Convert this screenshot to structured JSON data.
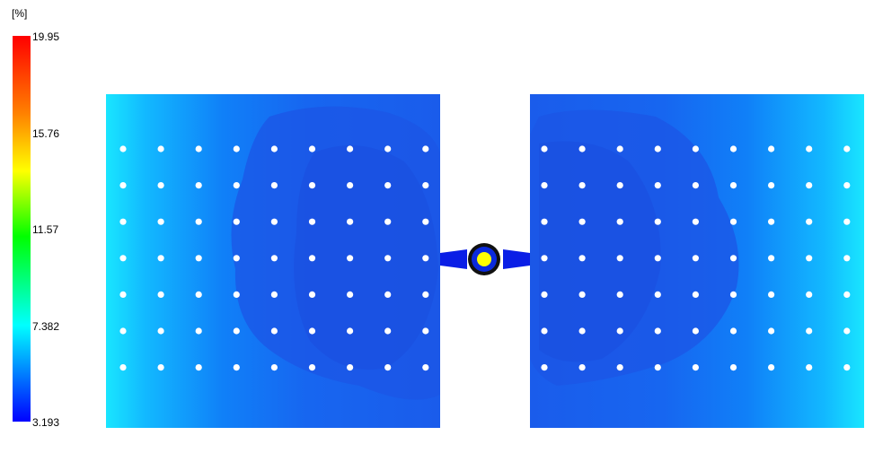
{
  "legend": {
    "unit": "[%]",
    "ticks": [
      "19.95",
      "15.76",
      "11.57",
      "7.382",
      "3.193"
    ],
    "colors": [
      "#ff0000",
      "#ff8000",
      "#ffff00",
      "#00ff00",
      "#00ffff",
      "#0000ff"
    ]
  },
  "plot": {
    "panel_left": {
      "edge_color": "#00ffff",
      "core_color": "#1a66f0"
    },
    "panel_right": {
      "edge_color": "#00ffff",
      "core_color": "#1a66f0"
    },
    "runner_color": "#0a1ee6",
    "gate_color": "#ffff00",
    "hole_grid": {
      "columns": 9,
      "rows": 7,
      "hole_color": "#ffffff"
    }
  }
}
